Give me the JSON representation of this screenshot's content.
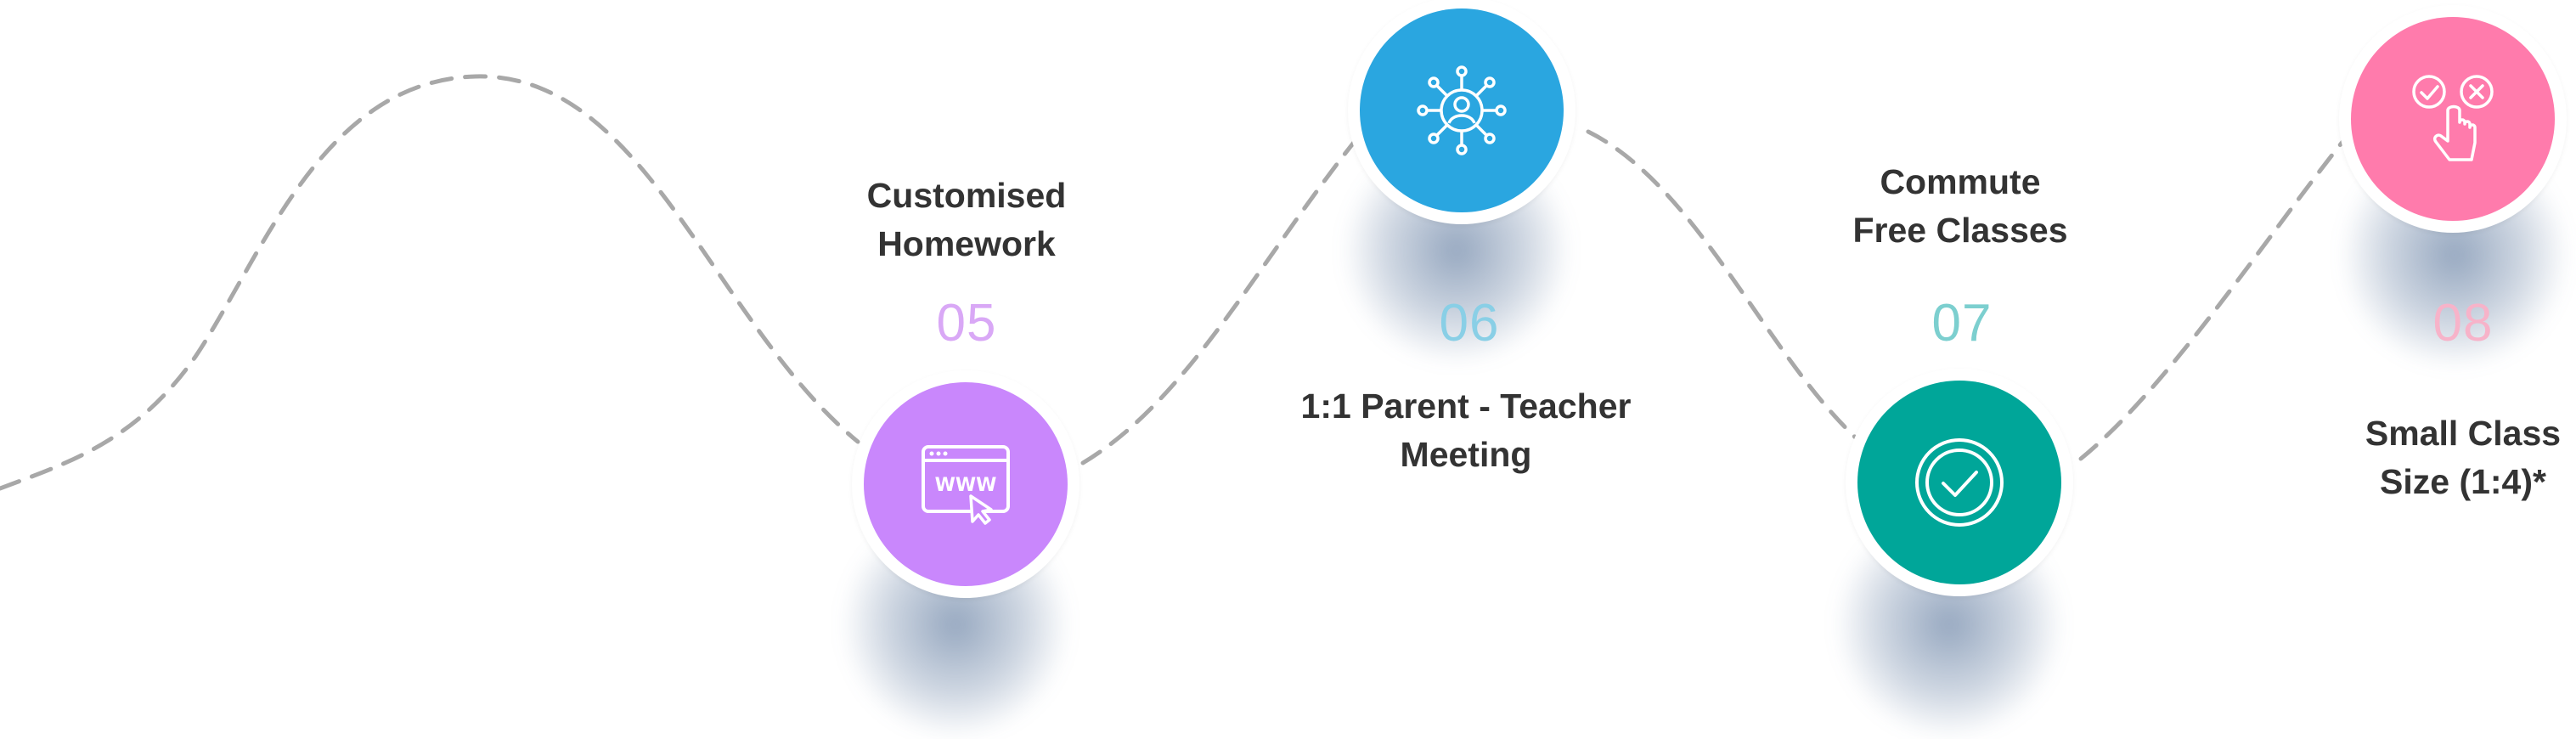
{
  "steps": [
    {
      "number": "05",
      "label_lines": [
        "Customised",
        "Homework"
      ],
      "icon": "www-browser-icon",
      "color": "#c987fc",
      "number_color": "#d9a8f6"
    },
    {
      "number": "06",
      "label_lines": [
        "1:1 Parent - Teacher",
        "Meeting"
      ],
      "icon": "network-person-icon",
      "color": "#2aa6e0",
      "number_color": "#89cfe6"
    },
    {
      "number": "07",
      "label_lines": [
        "Commute",
        "Free Classes"
      ],
      "icon": "check-circle-icon",
      "color": "#00a699",
      "number_color": "#7ccfcf"
    },
    {
      "number": "08",
      "label_lines": [
        "Small Class",
        "Size (1:4)*"
      ],
      "icon": "choice-tap-icon",
      "color": "#ff7bac",
      "number_color": "#f7b3c9"
    }
  ]
}
